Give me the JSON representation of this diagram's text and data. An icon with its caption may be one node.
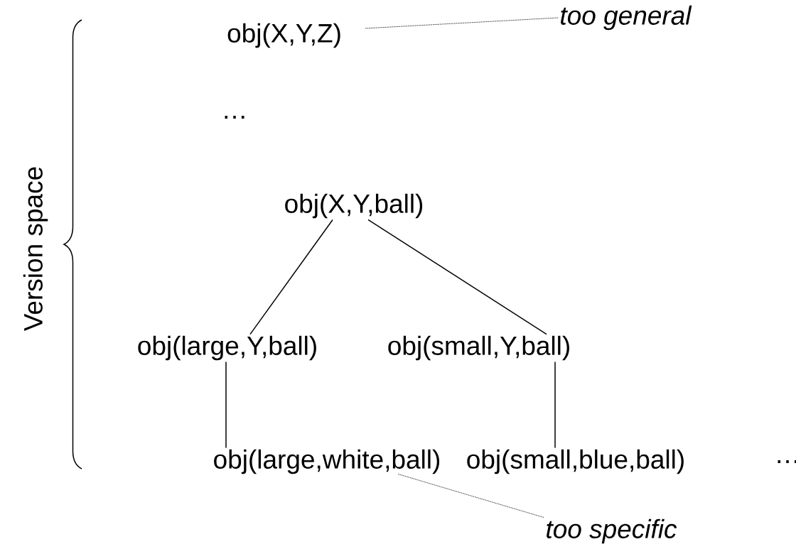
{
  "diagram": {
    "nodes": [
      {
        "text": [
          "obj(X,Y,Z)"
        ]
      },
      {
        "text": [
          "too general"
        ]
      },
      {
        "text": [
          "obj(X,Y,ball)"
        ]
      },
      {
        "text": [
          "obj(large,Y,ball)"
        ]
      },
      {
        "text": [
          "obj(small,Y,ball)"
        ]
      },
      {
        "text": [
          "obj(large,white,ball)"
        ]
      },
      {
        "text": [
          "obj(small,blue,ball)"
        ]
      },
      {
        "text": [
          "too specific"
        ]
      }
    ],
    "edges": [
      {
        "from": 1,
        "to": 0,
        "arrow": "none",
        "style": "dashed"
      },
      {
        "from": 2,
        "to": 3,
        "arrow": "none"
      },
      {
        "from": 2,
        "to": 4,
        "arrow": "none"
      },
      {
        "from": 3,
        "to": 5,
        "arrow": "none"
      },
      {
        "from": 4,
        "to": 6,
        "arrow": "none"
      },
      {
        "from": 7,
        "to": 5,
        "arrow": "none",
        "style": "dashed"
      }
    ],
    "labels": [
      "…",
      "Version space",
      "…"
    ]
  }
}
